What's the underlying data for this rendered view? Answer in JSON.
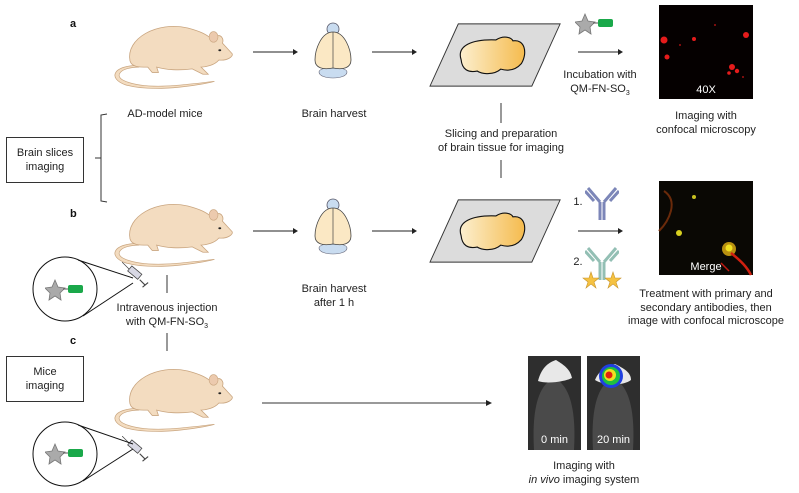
{
  "panels": {
    "a": "a",
    "b": "b",
    "c": "c"
  },
  "side_boxes": {
    "brain_slices": [
      "Brain slices",
      "imaging"
    ],
    "mice_imaging": [
      "Mice",
      "imaging"
    ]
  },
  "row_a": {
    "mice_label": "AD-model mice",
    "harvest_label": "Brain harvest",
    "incubation_label": [
      "Incubation with",
      "QM-FN-SO",
      "3"
    ],
    "micrograph_label": "40X",
    "imaging_label": [
      "Imaging with",
      "confocal microscopy"
    ]
  },
  "middle": {
    "slicing_label": [
      "Slicing and preparation",
      "of brain tissue for imaging"
    ]
  },
  "row_b": {
    "injection_label": [
      "Intravenous injection",
      "with QM-FN-SO",
      "3"
    ],
    "harvest_label": [
      "Brain harvest",
      "after 1 h"
    ],
    "step1": "1.",
    "step2": "2.",
    "micrograph_label": "Merge",
    "treatment_label": [
      "Treatment with primary and",
      "secondary antibodies, then",
      "image with confocal microscope"
    ]
  },
  "row_c": {
    "time_labels": [
      "0 min",
      "20 min"
    ],
    "imaging_label_1": "Imaging with",
    "imaging_label_italic": "in vivo",
    "imaging_label_2": " imaging system"
  },
  "colors": {
    "mouse": "#f3dcc0",
    "mouse_outline": "#c9a57f",
    "brain": "#fbe8c4",
    "brain_blue": "#c9dcf0",
    "slice": "#f7c668",
    "slide": "#d9d9d9",
    "probe_green": "#1aa84a",
    "probe_star": "#aaaaaa",
    "antibody1": "#7c86b8",
    "antibody2": "#93bfb4",
    "secondary_star": "#f5c242"
  }
}
